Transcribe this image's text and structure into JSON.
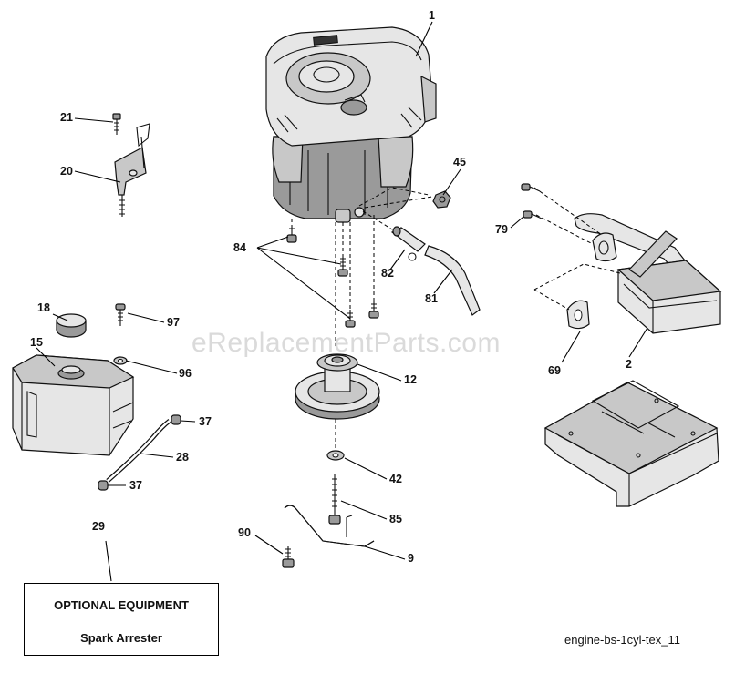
{
  "watermark": "eReplacementParts.com",
  "callouts": {
    "c1": "1",
    "c2": "2",
    "c9": "9",
    "c12": "12",
    "c15": "15",
    "c18": "18",
    "c20": "20",
    "c21": "21",
    "c28": "28",
    "c29": "29",
    "c37a": "37",
    "c37b": "37",
    "c42": "42",
    "c45": "45",
    "c69": "69",
    "c79": "79",
    "c81": "81",
    "c82": "82",
    "c84": "84",
    "c85": "85",
    "c90": "90",
    "c96": "96",
    "c97": "97"
  },
  "optional_box": {
    "title": "OPTIONAL EQUIPMENT",
    "subtitle": "Spark Arrester"
  },
  "diagram_id": "engine-bs-1cyl-tex_11"
}
